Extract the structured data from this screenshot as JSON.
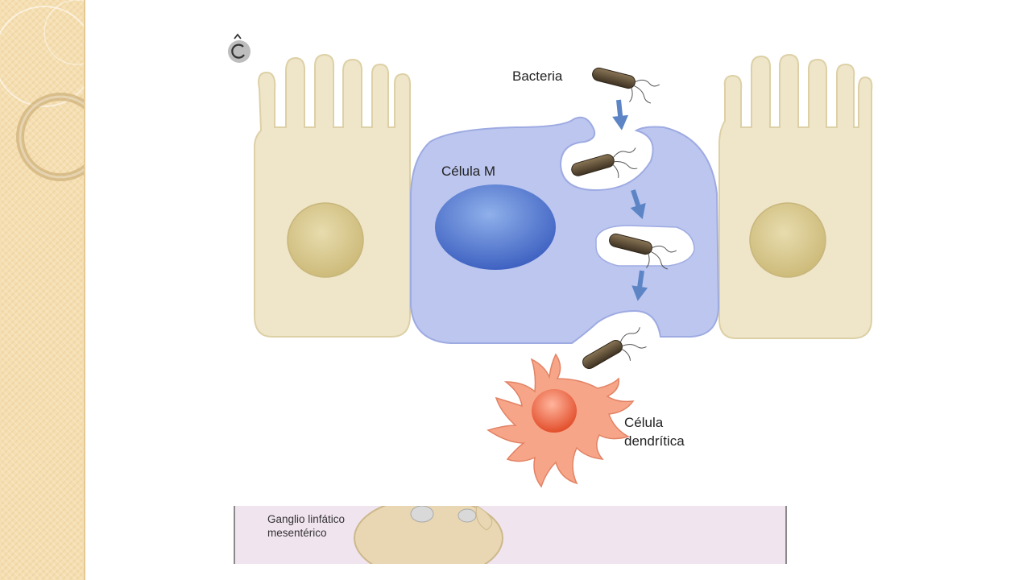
{
  "slide": {
    "background": "#ffffff",
    "accent_strip_color": "#f5deb0"
  },
  "diagram": {
    "labels": {
      "bacteria": "Bacteria",
      "m_cell": "Célula M",
      "dendritic_line1": "Célula",
      "dendritic_line2": "dendrítica"
    },
    "inset": {
      "line1": "Ganglio linfático",
      "line2": "mesentérico"
    },
    "colors": {
      "epithelial_cell": "#efe6c9",
      "epithelial_nucleus": "#d8c98f",
      "m_cell": "#bcc6ef",
      "m_cell_nucleus": "#4f74cc",
      "dendritic_cell": "#f7a588",
      "dendritic_nucleus": "#ec5d3a",
      "arrow": "#5d85c6",
      "bacterium": "#5a4a35",
      "inset_background": "#f0e4ef"
    },
    "icons": [
      "rotate-icon",
      "bacterium-icon",
      "arrow-down-icon"
    ]
  }
}
